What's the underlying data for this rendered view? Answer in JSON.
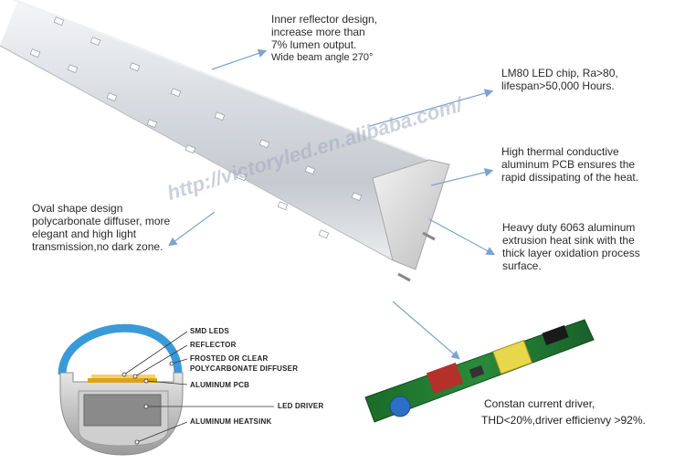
{
  "callouts": {
    "reflector": [
      "Inner reflector design,",
      "increase more than",
      "7% lumen output."
    ],
    "beam_angle": "Wide beam angle 270°",
    "chip": [
      "LM80 LED chip, Ra>80,",
      "lifespan>50,000 Hours."
    ],
    "pcb": [
      "High thermal conductive",
      "aluminum PCB ensures the",
      "rapid dissipating of the heat."
    ],
    "heatsink": [
      "Heavy duty 6063 aluminum",
      "extrusion heat sink with the",
      "thick layer oxidation process",
      "surface."
    ],
    "diffuser": [
      "Oval shape design",
      "polycarbonate diffuser, more",
      "elegant and high light",
      "transmission,no dark zone."
    ]
  },
  "watermark": "http://victoryled.en.alibaba.com/",
  "cross_section": {
    "labels": [
      "SMD LEDS",
      "REFLECTOR",
      "FROSTED OR CLEAR",
      "POLYCARBONATE DIFFUSER",
      "ALUMINUM PCB",
      "LED DRIVER",
      "ALUMINUM HEATSINK"
    ]
  },
  "driver": {
    "caption_line1": "Constan current driver,",
    "caption_line2": "THD<20%,driver efficienvy >92%."
  },
  "colors": {
    "arrow": "#7ba3cf",
    "diffuser_blue": "#3a9ad9",
    "pcb_green": "#1f7a2e"
  }
}
